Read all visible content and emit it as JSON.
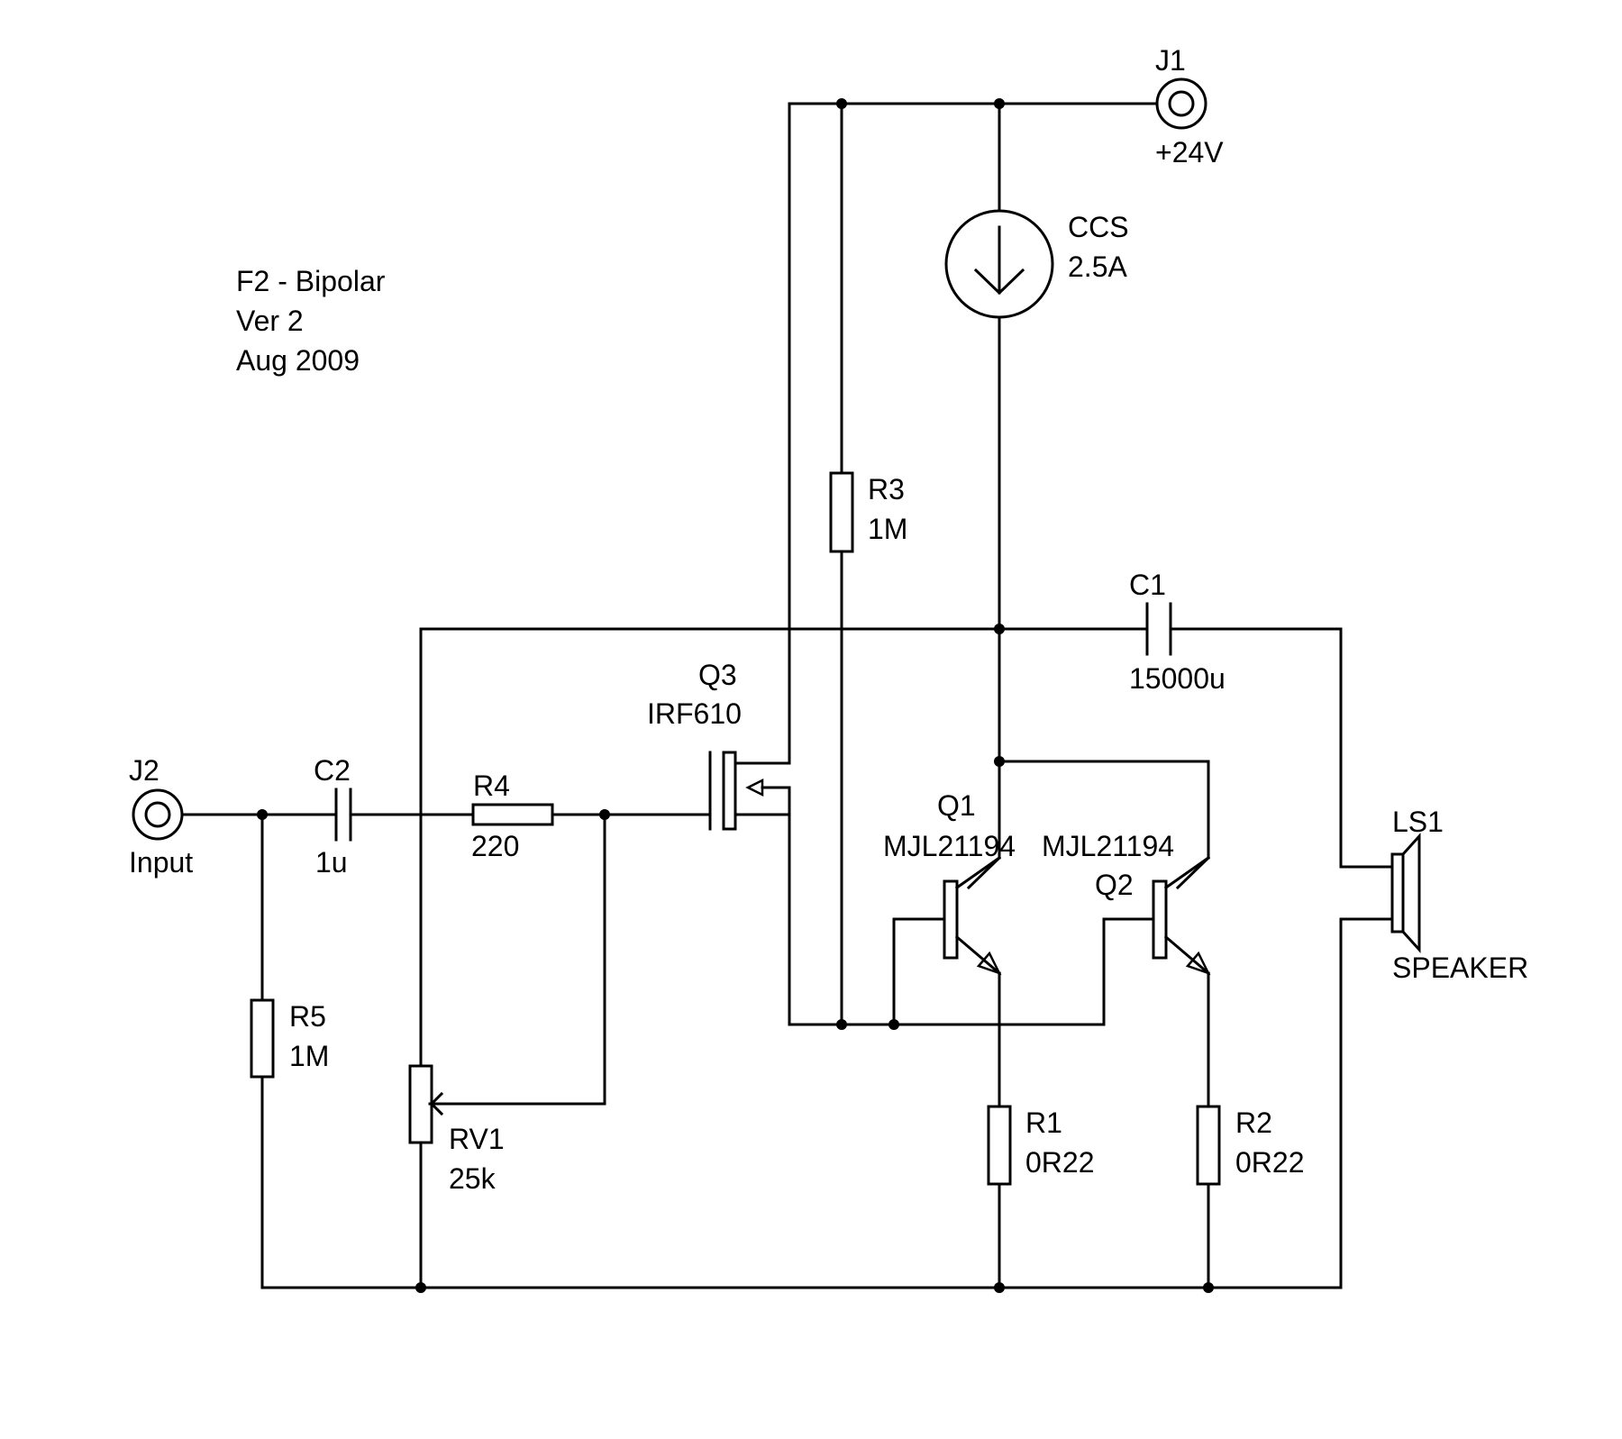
{
  "title_block": {
    "line1": "F2 - Bipolar",
    "line2": "Ver 2",
    "line3": "Aug 2009"
  },
  "components": {
    "J1": {
      "ref": "J1",
      "value": "+24V"
    },
    "J2": {
      "ref": "J2",
      "value": "Input"
    },
    "CCS": {
      "ref": "CCS",
      "value": "2.5A"
    },
    "R3": {
      "ref": "R3",
      "value": "1M"
    },
    "C1": {
      "ref": "C1",
      "value": "15000u"
    },
    "Q3": {
      "ref": "Q3",
      "value": "IRF610"
    },
    "C2": {
      "ref": "C2",
      "value": "1u"
    },
    "R4": {
      "ref": "R4",
      "value": "220"
    },
    "Q1": {
      "ref": "Q1",
      "value": "MJL21194"
    },
    "Q2": {
      "ref": "Q2",
      "value": "MJL21194"
    },
    "LS1": {
      "ref": "LS1",
      "value": "SPEAKER"
    },
    "R5": {
      "ref": "R5",
      "value": "1M"
    },
    "RV1": {
      "ref": "RV1",
      "value": "25k"
    },
    "R1": {
      "ref": "R1",
      "value": "0R22"
    },
    "R2": {
      "ref": "R2",
      "value": "0R22"
    }
  }
}
